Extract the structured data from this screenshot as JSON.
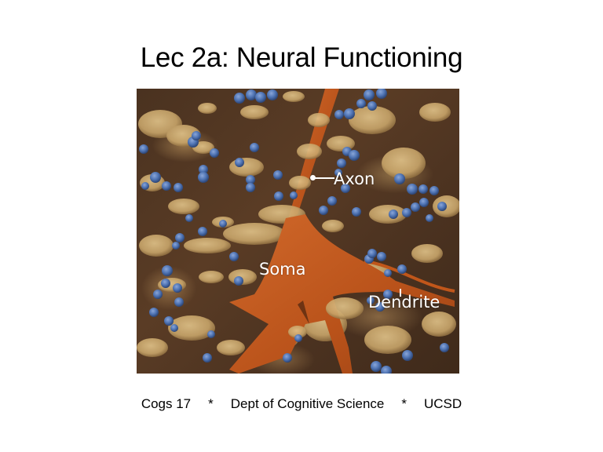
{
  "slide": {
    "title": "Lec 2a: Neural Functioning",
    "figure": {
      "description": "Colorized electron micrograph of a neuron",
      "labels": {
        "axon": "Axon",
        "soma": "Soma",
        "dendrite": "Dendrite"
      },
      "colors": {
        "background": "#4a3220",
        "neuron": "#c0561a",
        "debris": "#c8a56a",
        "spheres": "#4f74b4",
        "label_text": "#ffffff"
      }
    },
    "footer": {
      "course": "Cogs 17",
      "separator": "*",
      "department": "Dept of Cognitive Science",
      "institution": "UCSD"
    }
  }
}
